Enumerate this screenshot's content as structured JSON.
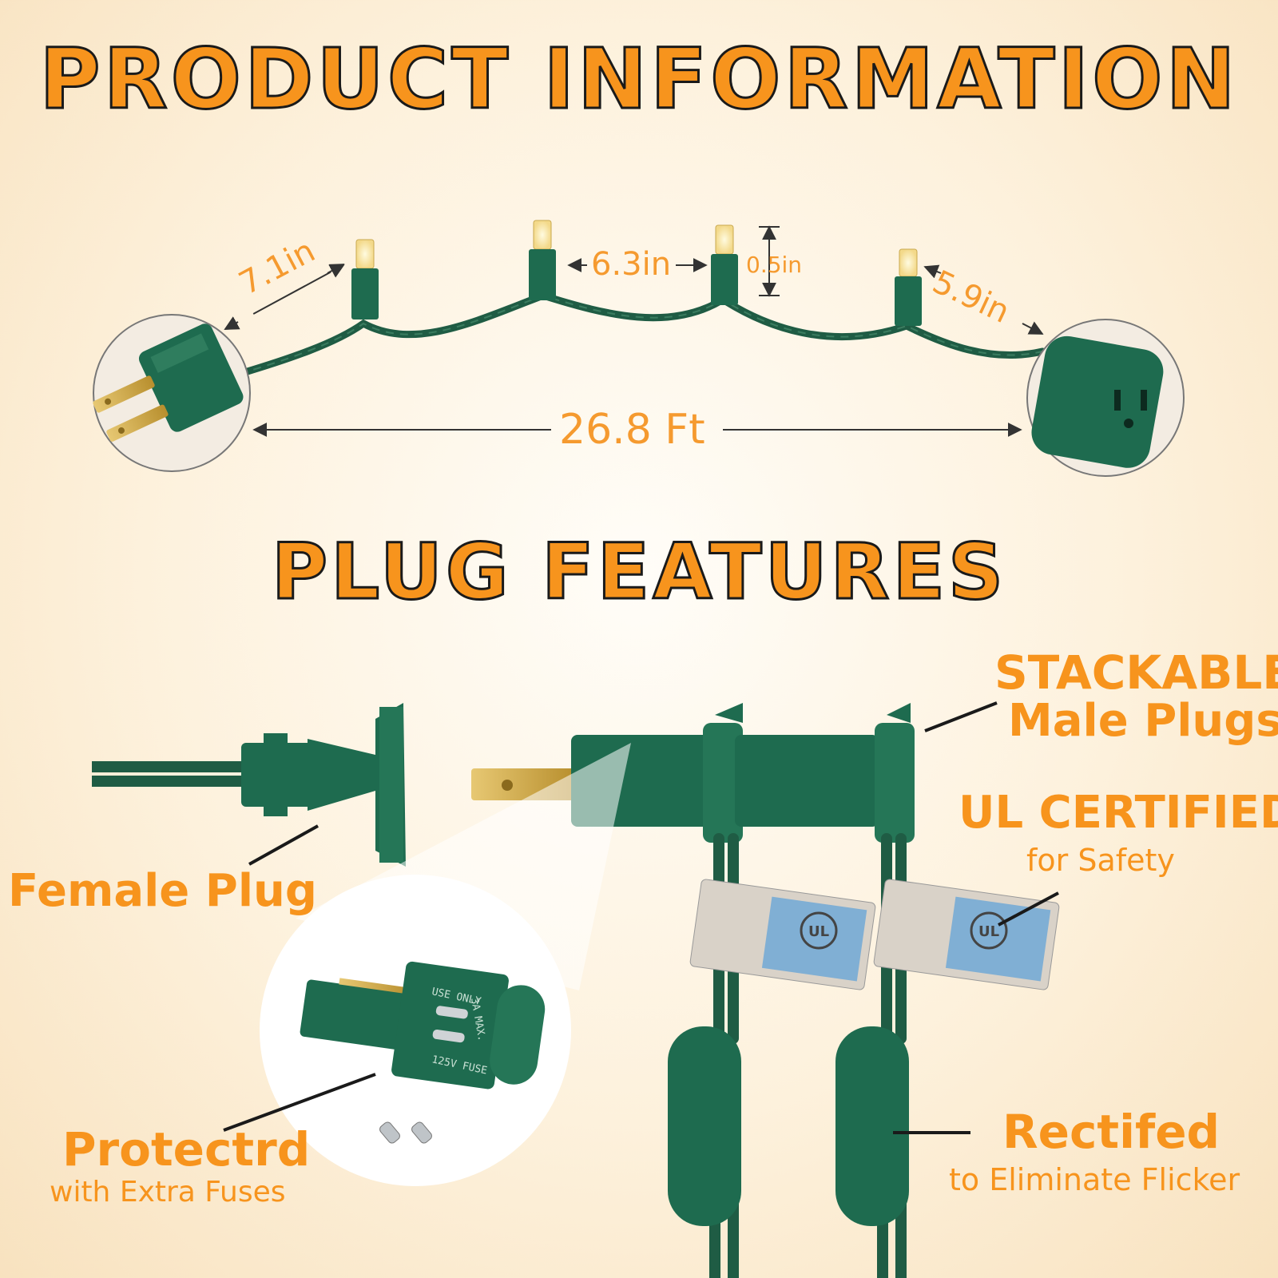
{
  "headings": {
    "product_information": "PRODUCT INFORMATION",
    "plug_features": "PLUG FEATURES"
  },
  "dimensions": {
    "end_to_bulb": "7.1in",
    "bulb_spacing": "6.3in",
    "bulb_height": "0.5in",
    "bulb_to_end": "5.9in",
    "total_length": "26.8 Ft"
  },
  "features": {
    "stackable": {
      "title": "STACKABLE",
      "subtitle": "Male Plugs"
    },
    "ul": {
      "title": "UL CERTIFIED",
      "subtitle": "for Safety"
    },
    "female": {
      "title": "Female Plug"
    },
    "protected": {
      "title": "Protectrd",
      "subtitle": "with Extra Fuses"
    },
    "rectified": {
      "title": "Rectifed",
      "subtitle": "to Eliminate Flicker"
    }
  },
  "product_markings": {
    "fuse_plug_1": "USE ONLY",
    "fuse_plug_2": "3A MAX.",
    "fuse_plug_3": "125V FUSE",
    "ul_mark": "UL"
  },
  "colors": {
    "accent_orange": "#f7941d",
    "wire_green": "#1f5c44",
    "plug_green": "#1e6b4f",
    "background": "#fdf1dc"
  }
}
